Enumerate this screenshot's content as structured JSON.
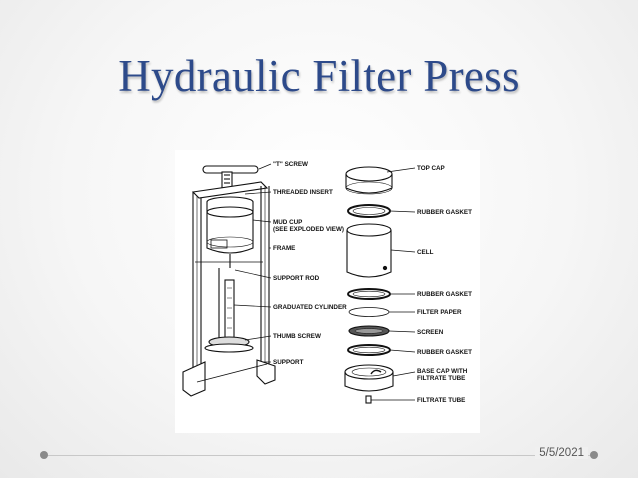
{
  "slide": {
    "title": "Hydraulic Filter Press",
    "date": "5/5/2021"
  },
  "diagram": {
    "press_labels": [
      "\"T\" SCREW",
      "THREADED INSERT",
      "MUD CUP",
      "(SEE EXPLODED VIEW)",
      "FRAME",
      "SUPPORT ROD",
      "GRADUATED CYLINDER",
      "THUMB SCREW",
      "SUPPORT"
    ],
    "exploded_labels": [
      "TOP CAP",
      "RUBBER GASKET",
      "CELL",
      "RUBBER GASKET",
      "FILTER  PAPER",
      "SCREEN",
      "RUBBER GASKET",
      "BASE CAP WITH",
      "FILTRATE TUBE",
      "FILTRATE TUBE"
    ]
  }
}
